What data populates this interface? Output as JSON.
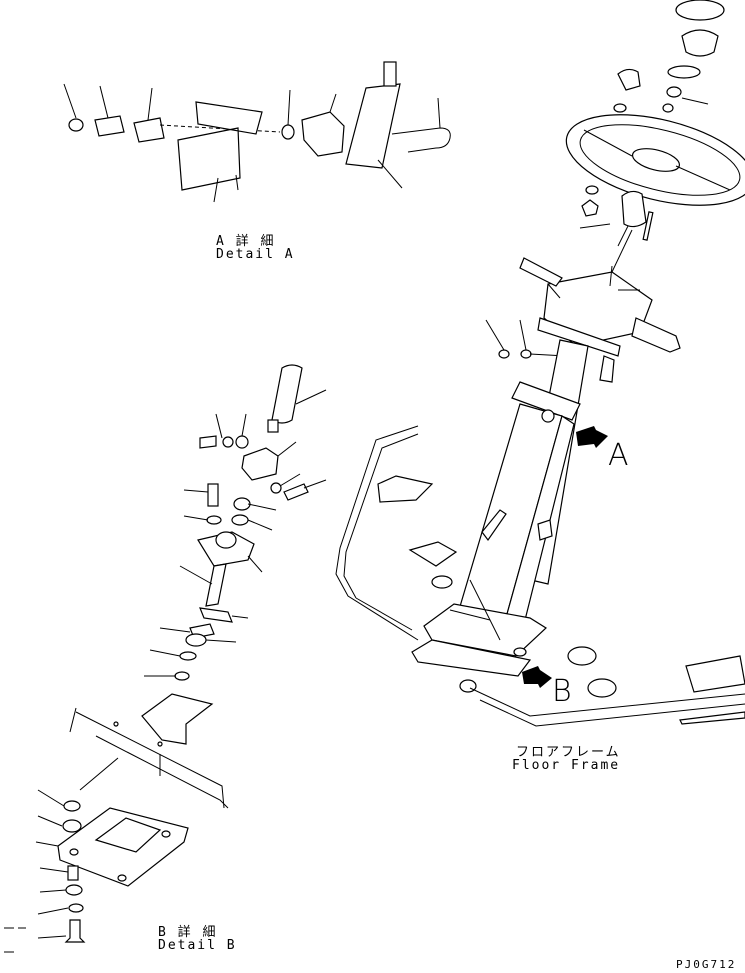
{
  "labels": {
    "detail_a_jp": "A 詳 細",
    "detail_a_en": "Detail A",
    "detail_b_jp": "B 詳 細",
    "detail_b_en": "Detail B",
    "floor_frame_jp": "フロアフレーム",
    "floor_frame_en": "Floor Frame",
    "arrow_a": "A",
    "arrow_b": "B",
    "drawing_code": "PJ0G712"
  }
}
